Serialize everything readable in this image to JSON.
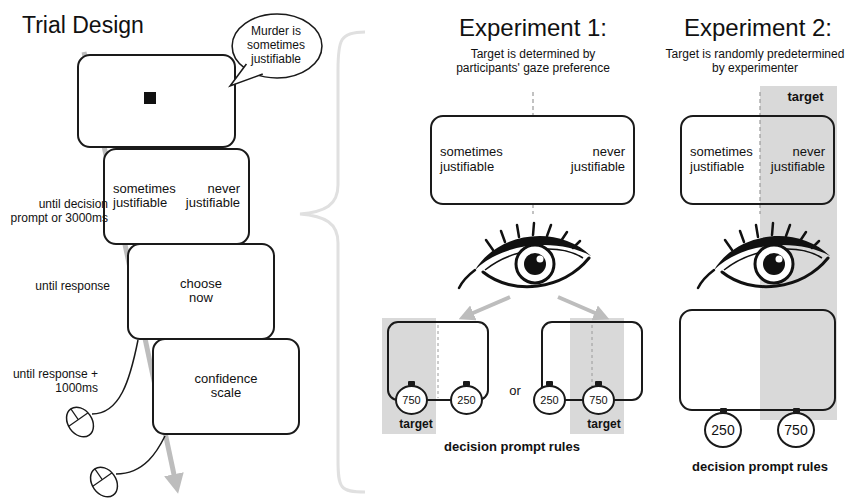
{
  "diagram": {
    "nodes": [
      {
        "text": [
          "Murder is sometimes justifiable"
        ]
      },
      {
        "text": [
          "sometimes justifiable",
          "never justifiable"
        ]
      },
      {
        "text": [
          "choose now"
        ]
      },
      {
        "text": [
          "confidence scale"
        ]
      },
      {
        "text": [
          "sometimes justifiable",
          "never justifiable"
        ]
      },
      {
        "text": [
          "target"
        ]
      },
      {
        "text": [
          "750"
        ]
      },
      {
        "text": [
          "250"
        ]
      },
      {
        "text": [
          "250"
        ]
      },
      {
        "text": [
          "750"
        ]
      },
      {
        "text": [
          "target"
        ]
      },
      {
        "text": [
          "target"
        ]
      },
      {
        "text": [
          "sometimes justifiable",
          "never justifiable"
        ]
      },
      {
        "text": [
          "250"
        ]
      },
      {
        "text": [
          "750"
        ]
      }
    ],
    "labels": [
      "Trial Design",
      "until decision prompt or 3000ms",
      "until response",
      "until response + 1000ms",
      "Experiment 1:",
      "Target is determined by participants' gaze preference",
      "or",
      "decision prompt rules",
      "Experiment 2:",
      "Target is randomly predetermined by experimenter",
      "decision prompt rules"
    ]
  }
}
